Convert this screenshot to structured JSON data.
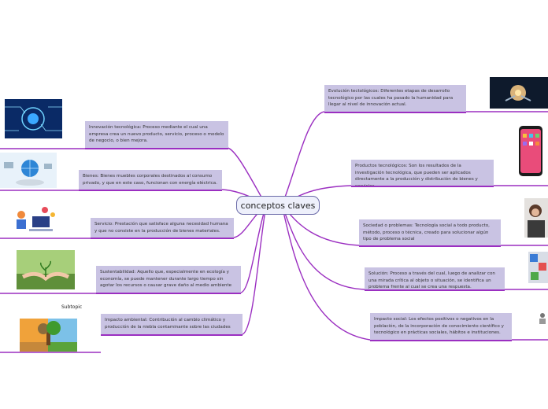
{
  "central": {
    "label": "conceptos claves"
  },
  "subtopic_label": "Subtopic",
  "left_nodes": [
    {
      "id": "innovacion",
      "text": "Innovación tecnológica:  Proceso mediante el cual una empresa crea un nuevo producto, servicio, proceso o modelo de negocio, o bien mejora."
    },
    {
      "id": "bienes",
      "text": "Bienes: Bienes muebles corporales destinados al consumo privado, y que en este caso, funcionan con energía eléctrica."
    },
    {
      "id": "servicio",
      "text": "Servicio: Prestación que satisface alguna necesidad humana y que no consiste en la producción de bienes materiales."
    },
    {
      "id": "sustentabilidad",
      "text": "Sustentabilidad: Aquello que, especialmente en ecología y economía, se puede mantener durante largo tiempo sin agotar los recursos o causar grave daño al medio ambiente"
    },
    {
      "id": "impacto-ambiental",
      "text": "Impacto ambiental: Contribución al cambio climático y producción de la niebla contaminante sobre las ciudades"
    }
  ],
  "right_nodes": [
    {
      "id": "evolucion",
      "text": "Evolución tectológicos: Diferentes etapas de desarrollo tecnológico por las cuales ha pasado la humanidad para llegar al nivel de innovación actual."
    },
    {
      "id": "productos",
      "text": "Productos tecnológicos: Son los resultados de la investigación tecnológica, que pueden ser aplicados directamente a la producción y distribución de bienes y servicios."
    },
    {
      "id": "sociedad",
      "text": "Sociedad o problemas: Tecnología social a todo producto, método, proceso o técnica, creado para solucionar algún tipo de problema social"
    },
    {
      "id": "solucion",
      "text": "Solución: Proceso a través del cual, luego de analizar con una mirada crítica al objeto o situación, se identifica un problema frente al cual se crea una respuesta."
    },
    {
      "id": "impacto-social",
      "text": "Impacto social: Los efectos positivos o negativos en la población, de la incorporación de conocimiento científico y tecnológico en prácticas sociales, hábitos e instituciones."
    }
  ],
  "colors": {
    "branch": "#9b2fc1",
    "node_fill": "#c9c3e3",
    "central_border": "#6a6aa8"
  }
}
